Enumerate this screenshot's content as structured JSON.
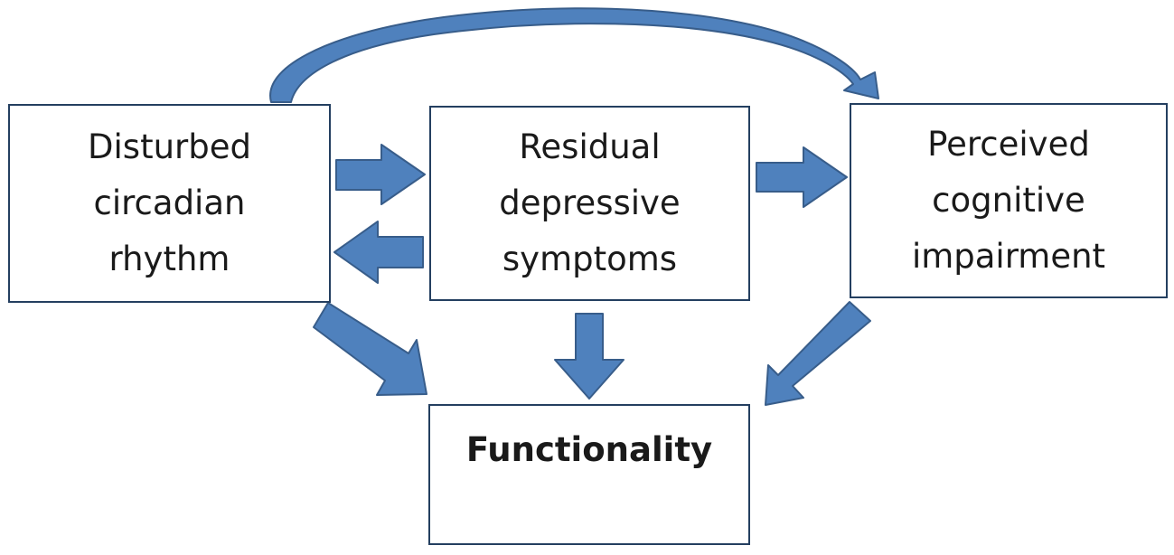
{
  "colors": {
    "arrow_fill": "#4f81bd",
    "arrow_stroke": "#385d8a",
    "box_border": "#243f60"
  },
  "nodes": {
    "disturbed_circadian_rhythm": {
      "lines": [
        "Disturbed",
        "circadian",
        "rhythm"
      ]
    },
    "residual_depressive_symptoms": {
      "lines": [
        "Residual",
        "depressive",
        "symptoms"
      ]
    },
    "perceived_cognitive_impairment": {
      "lines": [
        "Perceived",
        "cognitive",
        "impairment"
      ]
    },
    "functionality": {
      "lines": [
        "Functionality"
      ]
    }
  },
  "edges": [
    {
      "from": "disturbed_circadian_rhythm",
      "to": "perceived_cognitive_impairment",
      "style": "curved"
    },
    {
      "from": "disturbed_circadian_rhythm",
      "to": "residual_depressive_symptoms",
      "style": "block-arrow"
    },
    {
      "from": "residual_depressive_symptoms",
      "to": "disturbed_circadian_rhythm",
      "style": "block-arrow"
    },
    {
      "from": "residual_depressive_symptoms",
      "to": "perceived_cognitive_impairment",
      "style": "block-arrow"
    },
    {
      "from": "disturbed_circadian_rhythm",
      "to": "functionality",
      "style": "block-arrow"
    },
    {
      "from": "residual_depressive_symptoms",
      "to": "functionality",
      "style": "block-arrow"
    },
    {
      "from": "perceived_cognitive_impairment",
      "to": "functionality",
      "style": "block-arrow"
    }
  ]
}
